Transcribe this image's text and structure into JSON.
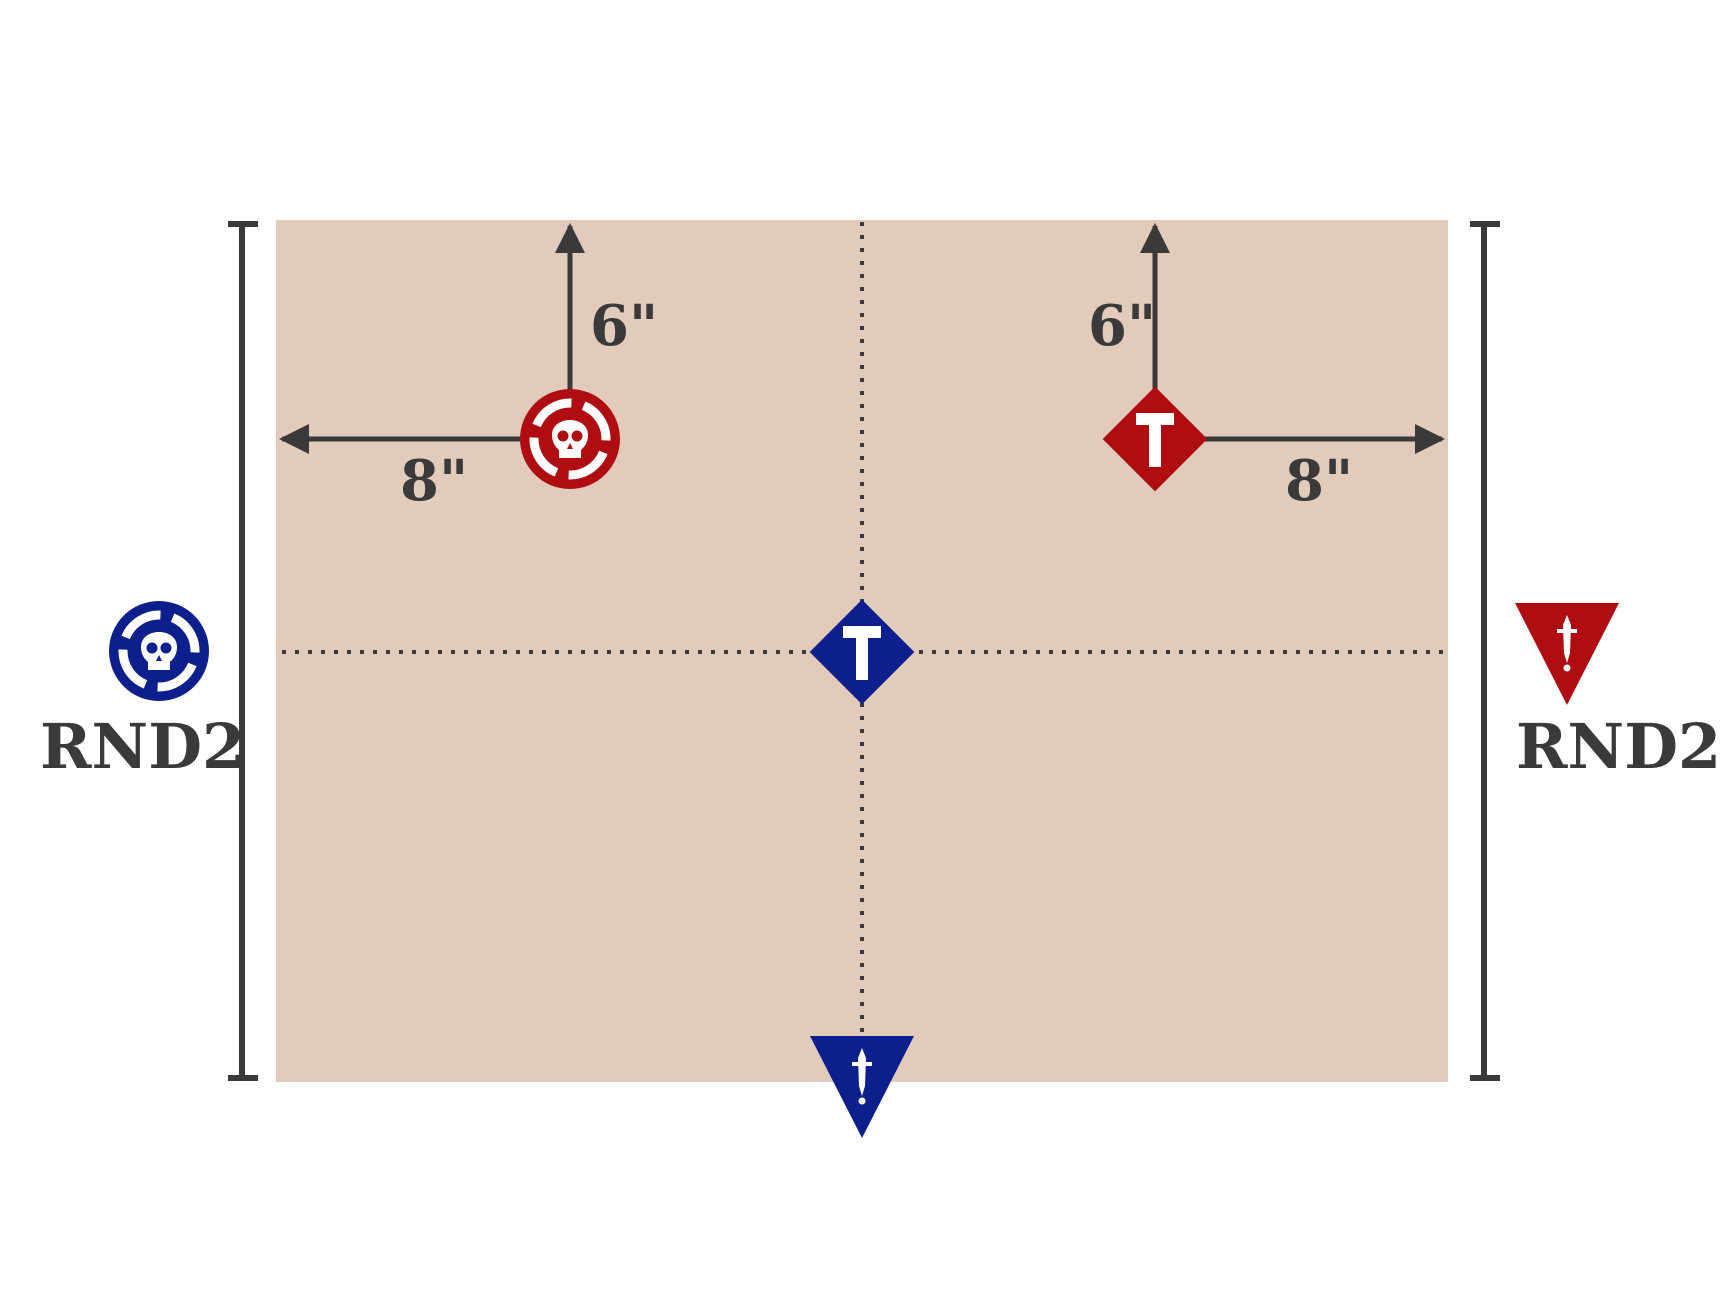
{
  "labels": {
    "top_left_vertical": "6\"",
    "top_left_horizontal": "8\"",
    "top_right_vertical": "6\"",
    "top_right_horizontal": "8\"",
    "left_round": "RND2",
    "right_round": "RND2"
  },
  "colors": {
    "board": "#e3cbbb",
    "red_team": "#b00d12",
    "blue_team": "#0d1f8c",
    "ink": "#3a3a3a",
    "symbol": "#ffffff"
  },
  "markers": [
    {
      "name": "red-skull-objective-token",
      "shape": "circle",
      "team": "red",
      "icon": "skull-icon"
    },
    {
      "name": "red-hammer-objective-token",
      "shape": "diamond",
      "team": "red",
      "icon": "hammer-icon"
    },
    {
      "name": "blue-hammer-objective-token",
      "shape": "diamond",
      "team": "blue",
      "icon": "hammer-icon"
    },
    {
      "name": "blue-skull-objective-token",
      "shape": "circle",
      "team": "blue",
      "icon": "skull-icon"
    },
    {
      "name": "red-dagger-objective-token",
      "shape": "triangle",
      "team": "red",
      "icon": "dagger-icon"
    },
    {
      "name": "blue-dagger-objective-token",
      "shape": "triangle",
      "team": "blue",
      "icon": "dagger-icon"
    }
  ]
}
